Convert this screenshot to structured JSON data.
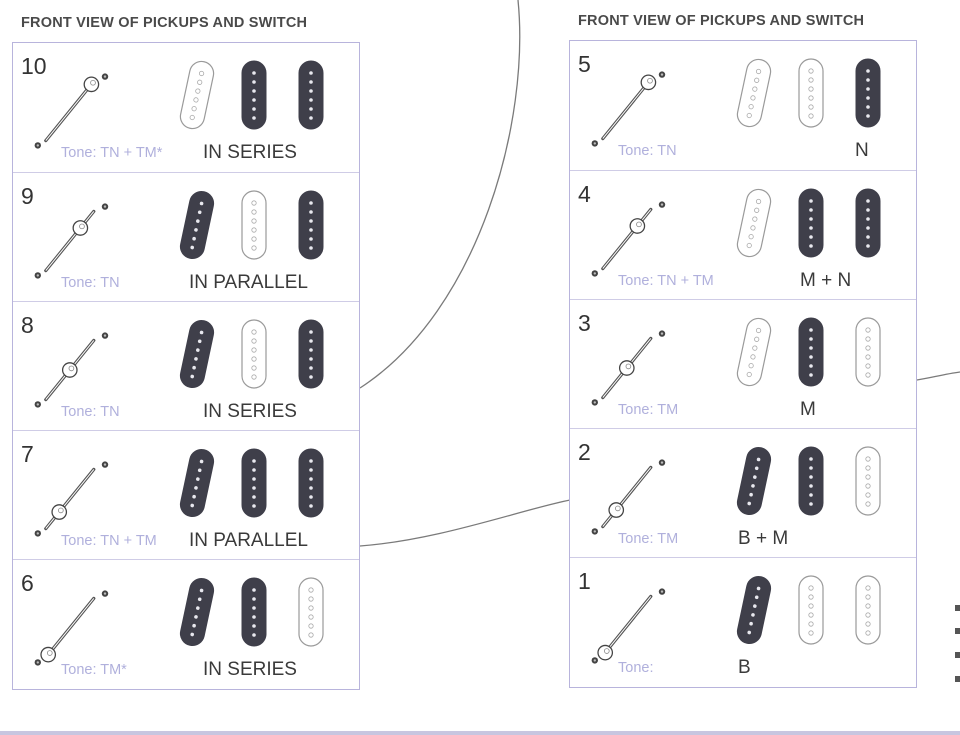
{
  "left_panel": {
    "title": "FRONT VIEW OF PICKUPS AND SWITCH",
    "rows": [
      {
        "num": "10",
        "tone": "Tone: TN + TM*",
        "mode": "IN SERIES",
        "pickups": [
          "outline-tilt",
          "filled",
          "filled"
        ],
        "knob": "top"
      },
      {
        "num": "9",
        "tone": "Tone: TN",
        "mode": "IN PARALLEL",
        "pickups": [
          "filled-tilt",
          "outline",
          "filled"
        ],
        "knob": "upper"
      },
      {
        "num": "8",
        "tone": "Tone: TN",
        "mode": "IN SERIES",
        "pickups": [
          "filled-tilt",
          "outline",
          "filled"
        ],
        "knob": "middle"
      },
      {
        "num": "7",
        "tone": "Tone: TN + TM",
        "mode": "IN PARALLEL",
        "pickups": [
          "filled-tilt",
          "filled",
          "filled"
        ],
        "knob": "lower"
      },
      {
        "num": "6",
        "tone": "Tone: TM*",
        "mode": "IN SERIES",
        "pickups": [
          "filled-tilt",
          "filled",
          "outline"
        ],
        "knob": "bottom"
      }
    ]
  },
  "right_panel": {
    "title": "FRONT VIEW OF PICKUPS AND SWITCH",
    "rows": [
      {
        "num": "5",
        "tone": "Tone: TN",
        "mode": "N",
        "pickups": [
          "outline-tilt",
          "outline",
          "filled"
        ],
        "knob": "top"
      },
      {
        "num": "4",
        "tone": "Tone: TN + TM",
        "mode": "M  +  N",
        "pickups": [
          "outline-tilt",
          "filled",
          "filled"
        ],
        "knob": "upper"
      },
      {
        "num": "3",
        "tone": "Tone: TM",
        "mode": "M",
        "pickups": [
          "outline-tilt",
          "filled",
          "outline"
        ],
        "knob": "middle"
      },
      {
        "num": "2",
        "tone": "Tone: TM",
        "mode": "B   +   M",
        "pickups": [
          "filled-tilt",
          "filled",
          "outline"
        ],
        "knob": "lower"
      },
      {
        "num": "1",
        "tone": "Tone:",
        "mode": "B",
        "pickups": [
          "filled-tilt",
          "outline",
          "outline"
        ],
        "knob": "bottom"
      }
    ]
  },
  "colors": {
    "pickup_fill": "#3f3f4a",
    "pickup_outline": "#9a9a9a",
    "panel_border": "#b8b4dc",
    "tone_text": "#b0b0dc",
    "connector_line": "#7a7a7a"
  }
}
